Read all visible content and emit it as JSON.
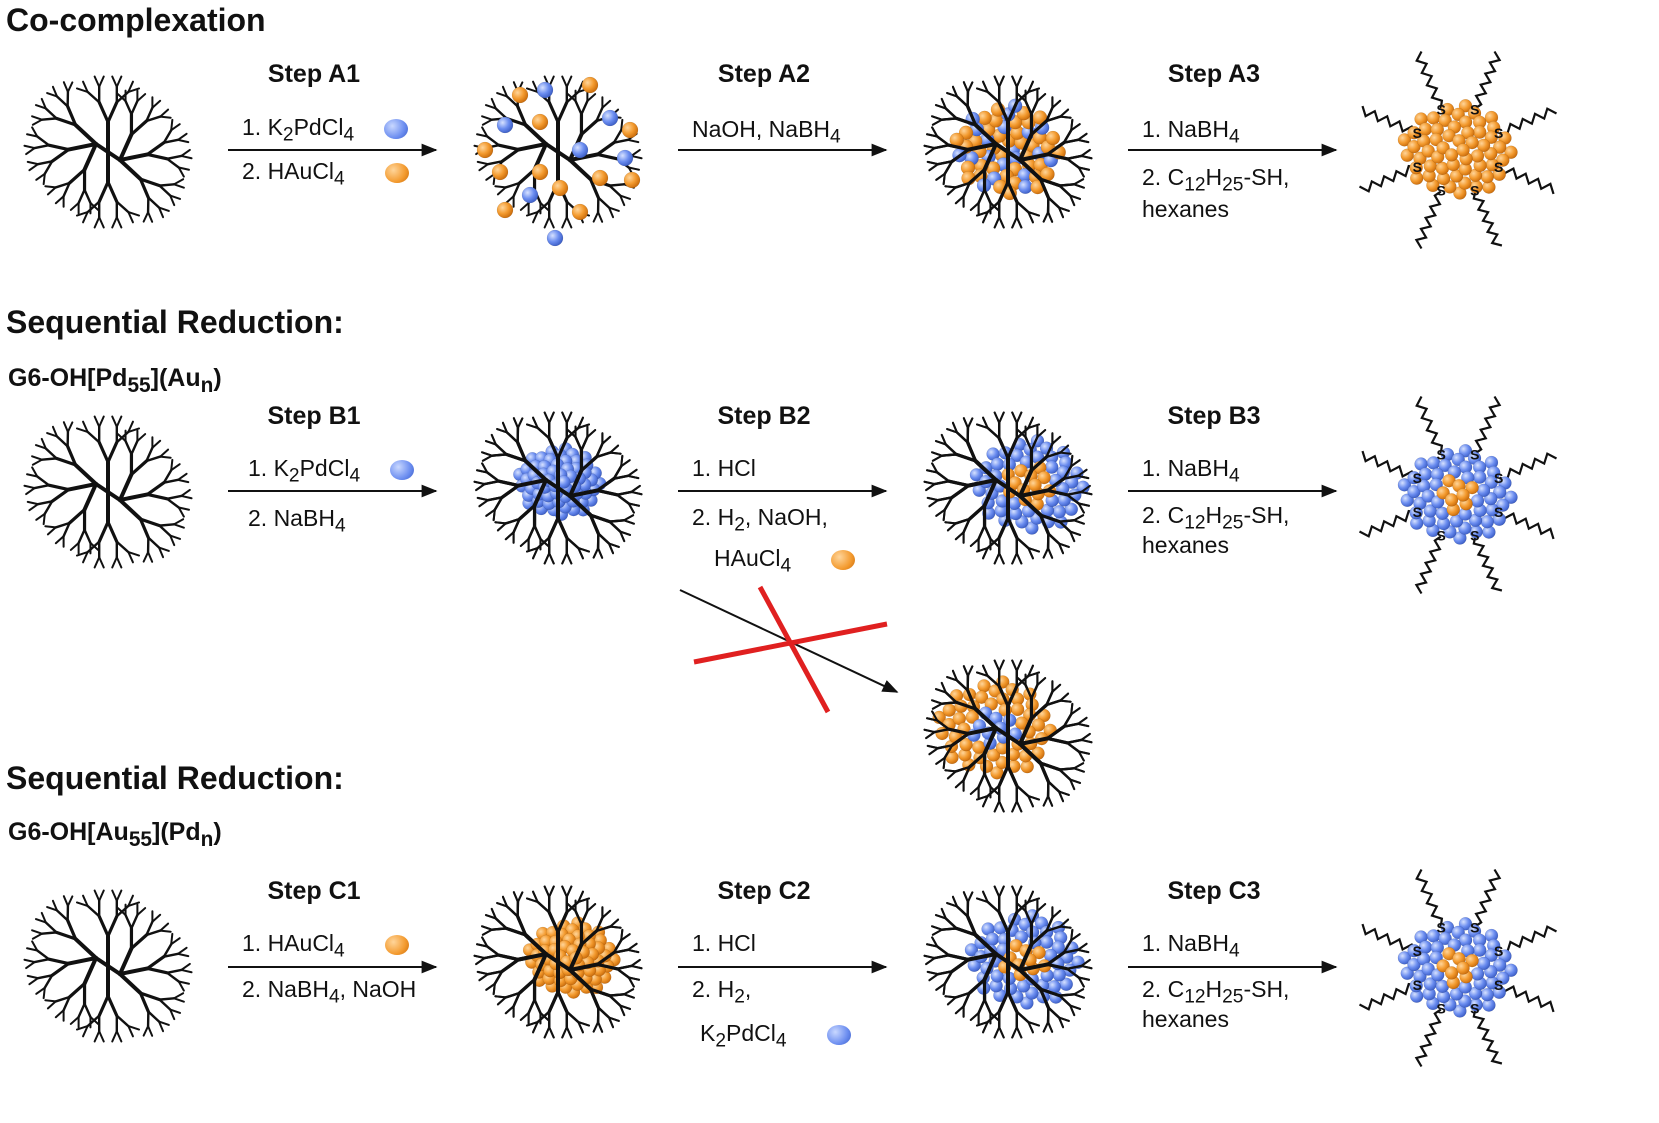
{
  "colors": {
    "gold": "#f39a2e",
    "palladium": "#6b8df0",
    "cross": "#e02020",
    "line": "#111111"
  },
  "sections": {
    "co": "Co-complexation",
    "seq1": "Sequential Reduction:",
    "seq1_sub": "G6-OH[Pd55](Aun)",
    "seq2": "Sequential Reduction:",
    "seq2_sub": "G6-OH[Au55](Pdn)"
  },
  "rows": [
    {
      "steps": [
        {
          "label": "Step A1",
          "lines": [
            "1. K2PdCl4",
            "2. HAuCl4"
          ],
          "balls": [
            "blue",
            "orange"
          ]
        },
        {
          "label": "Step A2",
          "lines": [
            "NaOH, NaBH4"
          ]
        },
        {
          "label": "Step A3",
          "lines": [
            "1. NaBH4",
            "2. C12H25-SH,",
            "hexanes"
          ]
        }
      ]
    },
    {
      "steps": [
        {
          "label": "Step B1",
          "lines": [
            "1. K2PdCl4",
            "2. NaBH4"
          ],
          "balls": [
            "blue"
          ]
        },
        {
          "label": "Step B2",
          "lines": [
            "1. HCl",
            "2. H2, NaOH,",
            "HAuCl4"
          ],
          "balls": [
            "orange"
          ]
        },
        {
          "label": "Step B3",
          "lines": [
            "1. NaBH4",
            "2. C12H25-SH,",
            "hexanes"
          ]
        }
      ]
    },
    {
      "steps": [
        {
          "label": "Step C1",
          "lines": [
            "1. HAuCl4",
            "2. NaBH4, NaOH"
          ],
          "balls": [
            "orange"
          ]
        },
        {
          "label": "Step C2",
          "lines": [
            "1. HCl",
            "2. H2,",
            "K2PdCl4"
          ],
          "balls": [
            "blue"
          ]
        },
        {
          "label": "Step C3",
          "lines": [
            "1. NaBH4",
            "2. C12H25-SH,",
            "hexanes"
          ]
        }
      ]
    }
  ],
  "thiol_label": "S"
}
